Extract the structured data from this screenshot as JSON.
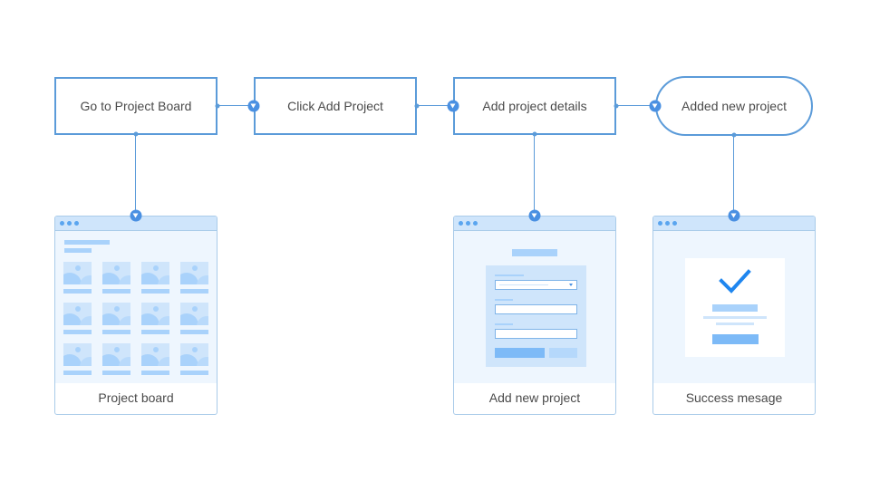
{
  "flow": {
    "steps": [
      {
        "label": "Go to Project Board"
      },
      {
        "label": "Click Add Project"
      },
      {
        "label": "Add project details"
      },
      {
        "label": "Added new project"
      }
    ]
  },
  "screens": {
    "board": {
      "caption": "Project board"
    },
    "add": {
      "caption": "Add new project"
    },
    "success": {
      "caption": "Success mesage"
    }
  },
  "colors": {
    "accent": "#4a90e2",
    "border": "#5b9bd9",
    "light_fill": "#cfe5fb",
    "screen_bg": "#eef6fe"
  },
  "icons": [
    "arrow-down-marker-icon",
    "image-placeholder-icon",
    "checkmark-icon",
    "dropdown-chevron-icon"
  ]
}
